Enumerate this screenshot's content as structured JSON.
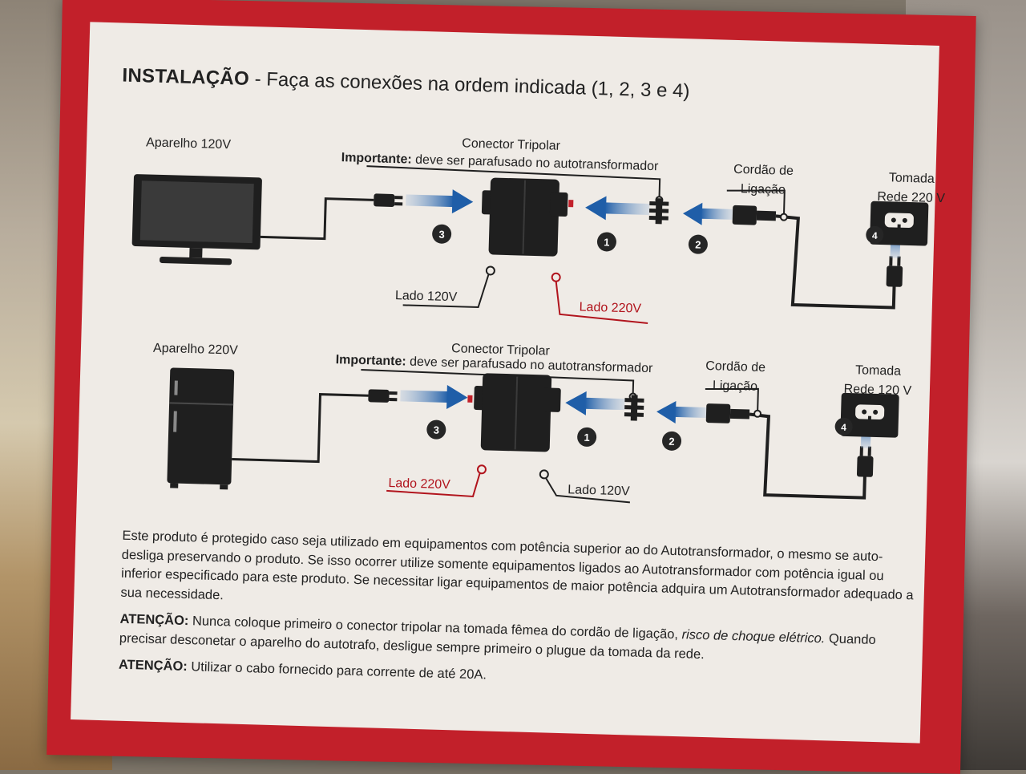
{
  "heading": {
    "bold": "INSTALAÇÃO",
    "rest": " - Faça as conexões na ordem indicada (1, 2, 3 e 4)"
  },
  "diagram1": {
    "device": "Aparelho 120V",
    "connector_title": "Conector Tripolar",
    "important_label": "Importante:",
    "important_text": " deve ser parafusado no autotransformador",
    "cord_line1": "Cordão de",
    "cord_line2": "Ligação",
    "outlet_line1": "Tomada",
    "outlet_line2": "Rede 220 V",
    "side_left": "Lado 120V",
    "side_right": "Lado 220V",
    "steps": [
      "1",
      "2",
      "3",
      "4"
    ]
  },
  "diagram2": {
    "device": "Aparelho 220V",
    "connector_title": "Conector Tripolar",
    "important_label": "Importante:",
    "important_text": " deve ser parafusado no autotransformador",
    "cord_line1": "Cordão de",
    "cord_line2": "Ligação",
    "outlet_line1": "Tomada",
    "outlet_line2": "Rede 120 V",
    "side_left": "Lado 220V",
    "side_right": "Lado 120V",
    "steps": [
      "1",
      "2",
      "3",
      "4"
    ]
  },
  "text": {
    "paragraph": "Este produto é protegido caso seja utilizado em  equipamentos com potência superior ao do Autotransformador,  o mesmo se auto-desliga preservando o produto.  Se isso ocorrer utilize somente equipamentos ligados ao Autotransformador com potência igual ou inferior especificado para este produto.  Se necessitar ligar equipamentos de maior potência adquira um Autotransformador adequado a sua necessidade.",
    "warning1_label": "ATENÇÃO:",
    "warning1_text": " Nunca coloque primeiro o conector tripolar na tomada fêmea do cordão de ligação, ",
    "warning1_italic": "risco de choque elétrico.",
    "warning1_cont": " Quando precisar desconetar o aparelho do autotrafo, desligue sempre primeiro o plugue da tomada da rede.",
    "warning2_label": "ATENÇÃO:",
    "warning2_text": " Utilizar o cabo fornecido para corrente de até 20A."
  },
  "colors": {
    "box_red": "#c2202a",
    "panel": "#efebe6",
    "arrow_blue": "#1f5ea8",
    "ink": "#222222",
    "accent_red": "#b1141d"
  }
}
